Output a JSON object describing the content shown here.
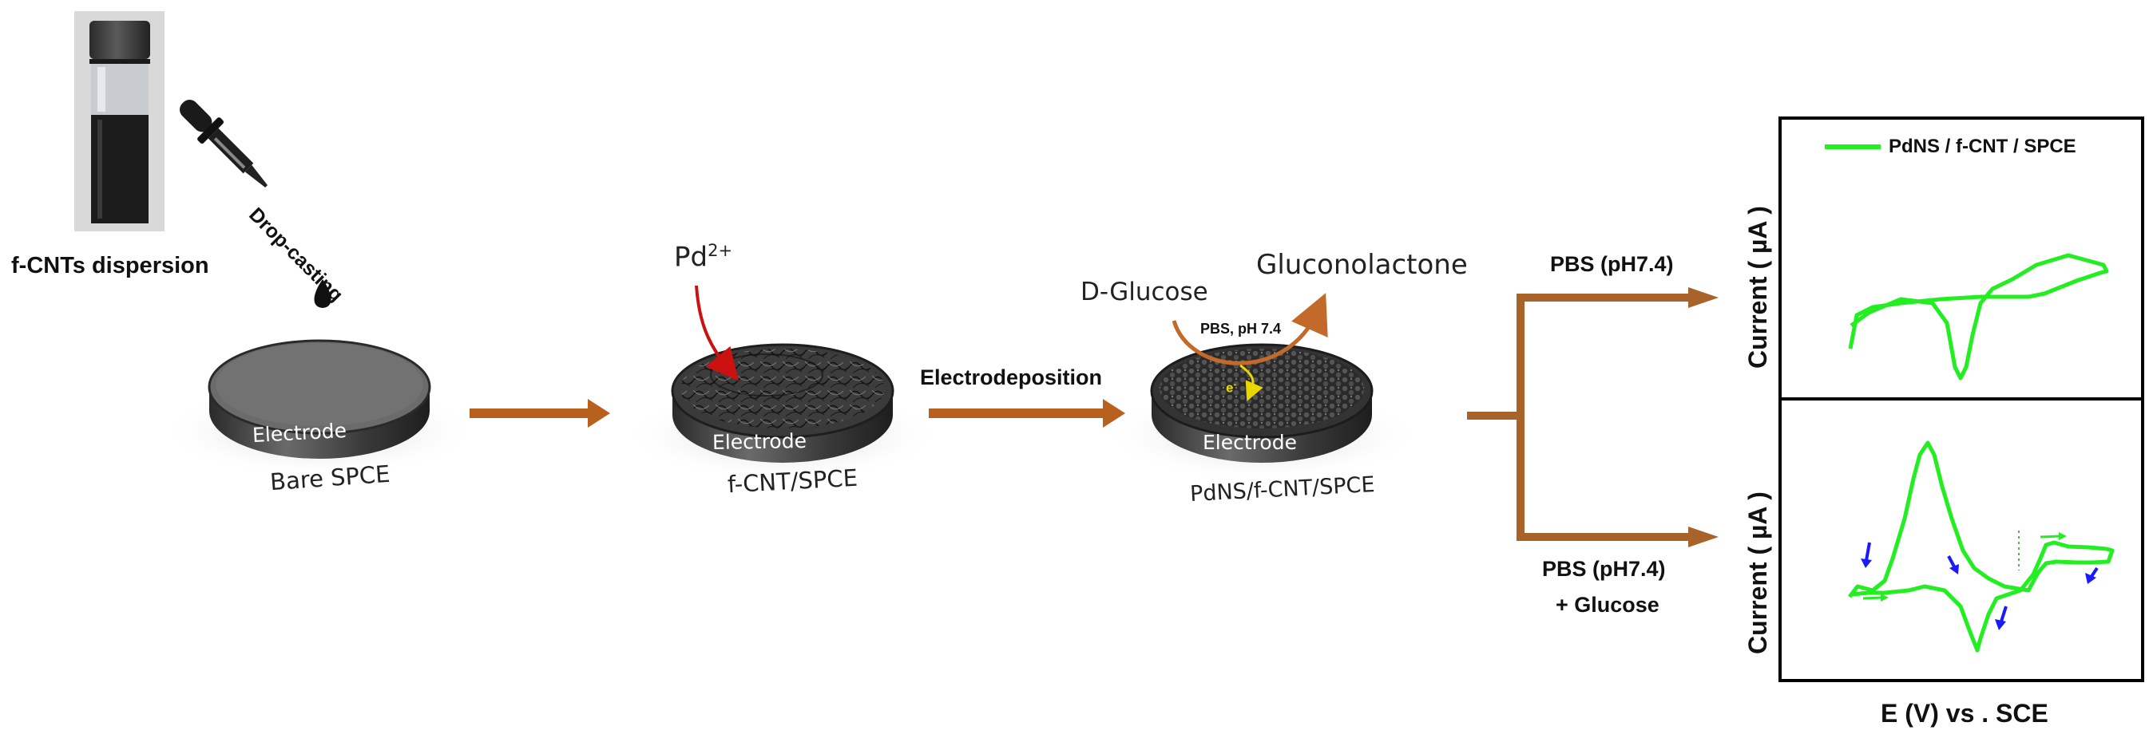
{
  "vial": {
    "caption": "f-CNTs dispersion"
  },
  "dropper": {
    "label": "Drop-casting"
  },
  "electrodes": [
    {
      "face_label": "Electrode",
      "caption": "Bare SPCE"
    },
    {
      "face_label": "Electrode",
      "caption": "f-CNT/SPCE"
    },
    {
      "face_label": "Electrode",
      "caption": "PdNS/f-CNT/SPCE"
    }
  ],
  "pd_ion": {
    "base": "Pd",
    "sup": "2+"
  },
  "step_arrow_label": "Electrodeposition",
  "reaction": {
    "substrate": "D-Glucose",
    "product": "Gluconolactone",
    "condition": "PBS, pH 7.4",
    "electron": "e",
    "electron_sup": "-"
  },
  "branches": {
    "upper_label": "PBS (pH7.4)",
    "lower_label_line1": "PBS (pH7.4)",
    "lower_label_line2": "+ Glucose"
  },
  "plots": {
    "legend": "PdNS / f-CNT / SPCE",
    "ylabel_top": "Current ( µA )",
    "ylabel_bottom": "Current ( µA )",
    "xlabel": "E (V) vs . SCE",
    "curve_color": "#22ee22",
    "marker_color": "#1a1aff"
  },
  "colors": {
    "arrow": "#b8611f",
    "branch": "#a8632a",
    "pd_arrow": "#cc1111",
    "electron": "#e8d800"
  }
}
